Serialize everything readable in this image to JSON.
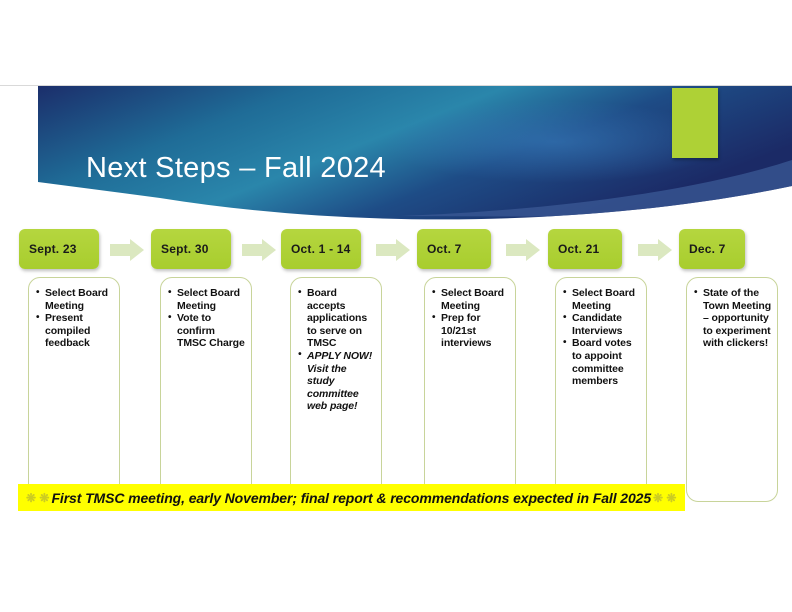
{
  "slide": {
    "title": "Next Steps – Fall 2024",
    "background_color": "#ffffff",
    "banner_color_dark": "#1c2f6e",
    "banner_color_light": "#2487ac",
    "accent_green": "#aed136",
    "highlight_yellow": "#ffff00"
  },
  "timeline": {
    "columns": [
      {
        "date": "Sept. 23",
        "bullets": [
          {
            "text": "Select Board Meeting",
            "italic": false
          },
          {
            "text": "Present compiled feedback",
            "italic": false
          }
        ]
      },
      {
        "date": "Sept. 30",
        "bullets": [
          {
            "text": "Select Board Meeting",
            "italic": false
          },
          {
            "text": "Vote to confirm TMSC Charge",
            "italic": false
          }
        ]
      },
      {
        "date": "Oct. 1 - 14",
        "bullets": [
          {
            "text": "Board accepts applications to serve on TMSC",
            "italic": false
          },
          {
            "text": "APPLY NOW! Visit the study committee web page!",
            "italic": true
          }
        ]
      },
      {
        "date": "Oct. 7",
        "bullets": [
          {
            "text": "Select Board Meeting",
            "italic": false
          },
          {
            "text": "Prep for 10/21st interviews",
            "italic": false
          }
        ]
      },
      {
        "date": "Oct. 21",
        "bullets": [
          {
            "text": "Select Board Meeting",
            "italic": false
          },
          {
            "text": "Candidate Interviews",
            "italic": false
          },
          {
            "text": "Board votes to appoint committee members",
            "italic": false
          }
        ]
      },
      {
        "date": "Dec. 7",
        "bullets": [
          {
            "text": "State of the Town Meeting – opportunity to experiment with clickers!",
            "italic": false
          }
        ]
      }
    ],
    "arrow_icon": "right-arrow-icon",
    "arrow_color": "#dbe8c0"
  },
  "footer": {
    "star_left": "❋ ❋",
    "text": "First TMSC meeting, early November; final report & recommendations expected in Fall 2025",
    "star_right": "❋ ❋"
  }
}
